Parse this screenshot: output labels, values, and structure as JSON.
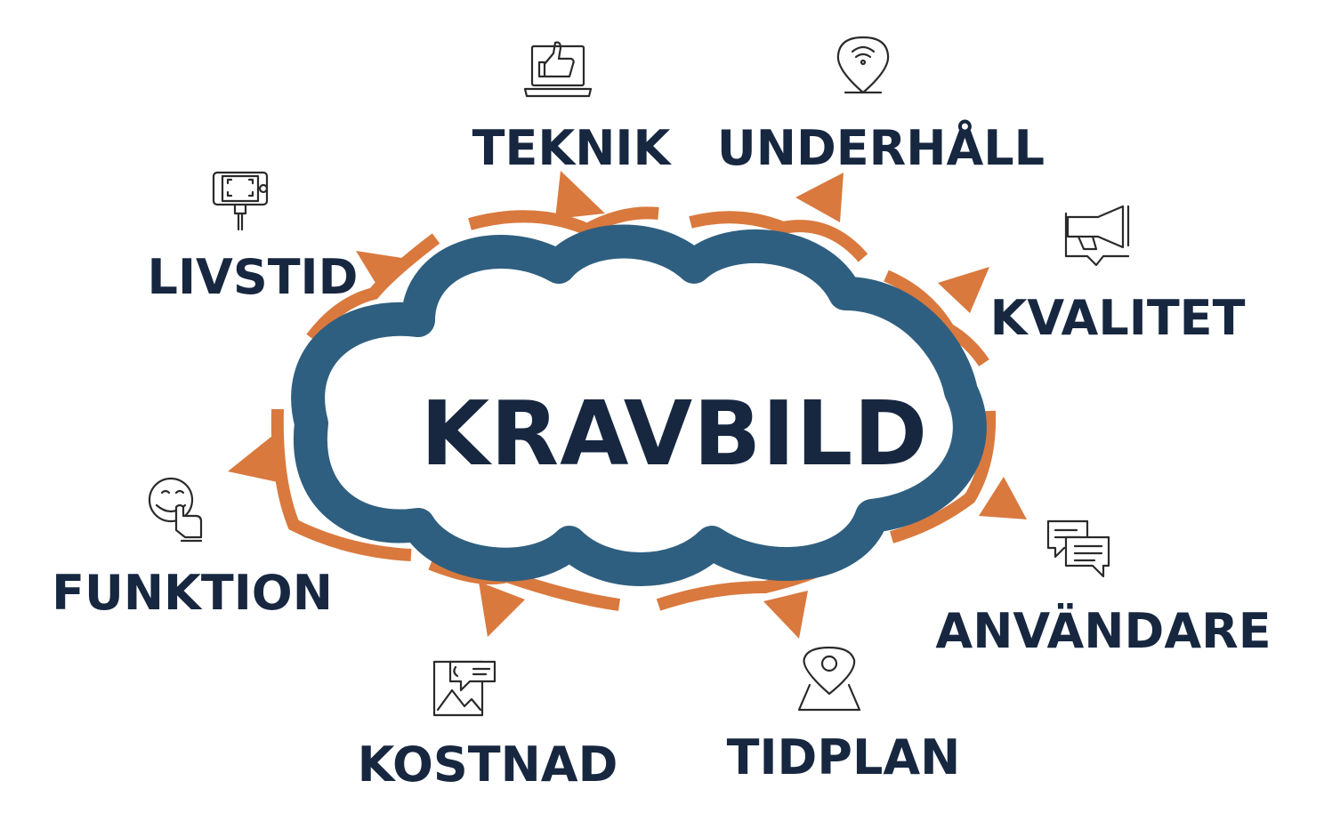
{
  "center": {
    "label": "KRAVBILD"
  },
  "colors": {
    "cloud": "#2f5f80",
    "arrows": "#d9793e",
    "text": "#172740",
    "icon": "#2a2a2a",
    "background": "#ffffff"
  },
  "topics": [
    {
      "label": "TEKNIK",
      "icon": "laptop-thumbs-up-icon"
    },
    {
      "label": "UNDERHÅLL",
      "icon": "wifi-location-pin-icon"
    },
    {
      "label": "KVALITET",
      "icon": "megaphone-icon"
    },
    {
      "label": "ANVÄNDARE",
      "icon": "chat-bubbles-icon"
    },
    {
      "label": "TIDPLAN",
      "icon": "map-pin-icon"
    },
    {
      "label": "KOSTNAD",
      "icon": "image-speech-bubble-icon"
    },
    {
      "label": "FUNKTION",
      "icon": "smiley-tap-icon"
    },
    {
      "label": "LIVSTID",
      "icon": "phone-on-selfie-stick-icon"
    }
  ]
}
